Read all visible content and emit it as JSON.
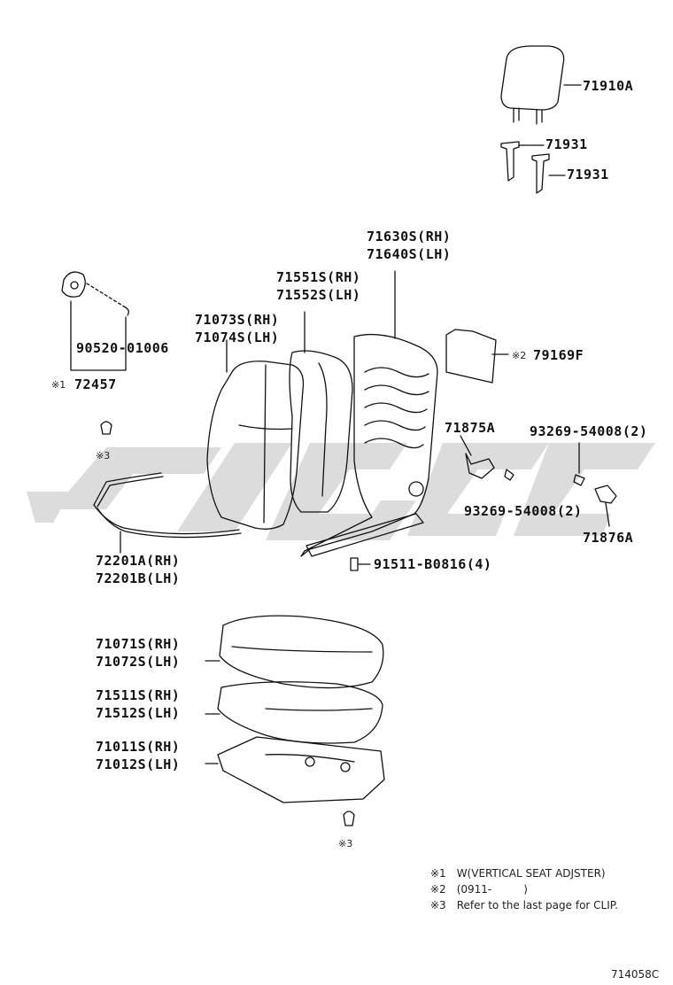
{
  "parts": {
    "headrest": "71910A",
    "headrest_support_1": "71931",
    "headrest_support_2": "71931",
    "back_frame_rh": "71630S(RH)",
    "back_frame_lh": "71640S(LH)",
    "back_pad_rh": "71551S(RH)",
    "back_pad_lh": "71552S(LH)",
    "back_cover_rh": "71073S(RH)",
    "back_cover_lh": "71074S(LH)",
    "knob_part": "90520-01006",
    "knob_assy": "72457",
    "plate": "79169F",
    "clip_label_1": "※3",
    "wire_rh": "72201A(RH)",
    "wire_lh": "72201B(LH)",
    "cover_left": "71875A",
    "screw_left": "93269-54008(2)",
    "screw_right": "93269-54008(2)",
    "cover_right": "71876A",
    "bolt": "91511-B0816(4)",
    "cushion_cover_rh": "71071S(RH)",
    "cushion_cover_lh": "71072S(LH)",
    "cushion_pad_rh": "71511S(RH)",
    "cushion_pad_lh": "71512S(LH)",
    "cushion_frame_rh": "71011S(RH)",
    "cushion_frame_lh": "71012S(LH)",
    "clip_label_2": "※3"
  },
  "markers": {
    "m1": "※1",
    "m2": "※2"
  },
  "notes": {
    "n1": "※1　W(VERTICAL SEAT ADJSTER)",
    "n2": "※2　(0911-　　　)",
    "n3": "※3　Refer to the last page for CLIP."
  },
  "figure_id": "714058C",
  "watermark": "c/g/c",
  "colors": {
    "ink": "#111111",
    "watermark": "#d4d4d4"
  }
}
